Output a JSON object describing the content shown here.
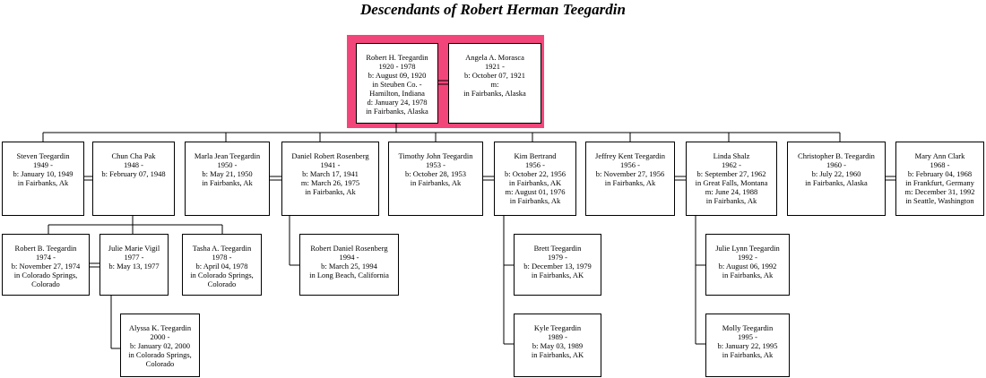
{
  "title": "Descendants of Robert Herman Teegardin",
  "people": {
    "robert_h": [
      "Robert H. Teegardin",
      "1920 - 1978",
      "b: August 09, 1920",
      "in Steuben Co. -",
      "Hamilton, Indiana",
      "d: January 24, 1978",
      "in Fairbanks, Alaska"
    ],
    "angela": [
      "Angela A. Morasca",
      "1921 -",
      "b: October 07, 1921",
      "m:",
      "in Fairbanks, Alaska"
    ],
    "steven": [
      "Steven Teegardin",
      "1949 -",
      "b: January 10, 1949",
      "in Fairbanks, Ak"
    ],
    "chun": [
      "Chun Cha Pak",
      "1948 -",
      "b: February 07, 1948"
    ],
    "marla": [
      "Marla Jean Teegardin",
      "1950 -",
      "b: May 21, 1950",
      "in Fairbanks, Ak"
    ],
    "daniel": [
      "Daniel Robert Rosenberg",
      "1941 -",
      "b: March 17, 1941",
      "m: March 26, 1975",
      "in Fairbanks, Ak"
    ],
    "timothy": [
      "Timothy John Teegardin",
      "1953 -",
      "b: October 28, 1953",
      "in Fairbanks, Ak"
    ],
    "kim": [
      "Kim Bertrand",
      "1956 -",
      "b: October 22, 1956",
      "in Fairbanks, AK",
      "m: August 01, 1976",
      "in Fairbanks, Ak"
    ],
    "jeffrey": [
      "Jeffrey Kent Teegardin",
      "1956 -",
      "b: November 27, 1956",
      "in Fairbanks, Ak"
    ],
    "linda": [
      "Linda Shalz",
      "1962 -",
      "b: September 27, 1962",
      "in Great Falls, Montana",
      "m: June 24, 1988",
      "in Fairbanks, Ak"
    ],
    "christopher": [
      "Christopher B. Teegardin",
      "1960 -",
      "b: July 22, 1960",
      "in Fairbanks, Alaska"
    ],
    "mary": [
      "Mary Ann Clark",
      "1968 -",
      "b: February 04, 1968",
      "in Frankfurt, Germany",
      "m: December 31, 1992",
      "in Seattle, Washington"
    ],
    "robert_b": [
      "Robert B. Teegardin",
      "1974 -",
      "b: November 27, 1974",
      "in Colorado Springs,",
      "Colorado"
    ],
    "julie_marie": [
      "Julie Marie Vigil",
      "1977 -",
      "b: May 13, 1977"
    ],
    "tasha": [
      "Tasha A. Teegardin",
      "1978 -",
      "b: April 04, 1978",
      "in Colorado Springs,",
      "Colorado"
    ],
    "robert_daniel": [
      "Robert Daniel Rosenberg",
      "1994 -",
      "b: March 25, 1994",
      "in Long Beach, California"
    ],
    "brett": [
      "Brett Teegardin",
      "1979 -",
      "b: December 13, 1979",
      "in Fairbanks, AK"
    ],
    "kyle": [
      "Kyle Teegardin",
      "1989 -",
      "b: May 03, 1989",
      "in Fairbanks, AK"
    ],
    "julie_lynn": [
      "Julie Lynn Teegardin",
      "1992 -",
      "b: August 06, 1992",
      "in Fairbanks, Ak"
    ],
    "molly": [
      "Molly Teegardin",
      "1995 -",
      "b: January 22, 1995",
      "in Fairbanks, Ak"
    ],
    "alyssa": [
      "Alyssa K. Teegardin",
      "2000 -",
      "b: January 02, 2000",
      "in Colorado Springs,",
      "Colorado"
    ]
  }
}
